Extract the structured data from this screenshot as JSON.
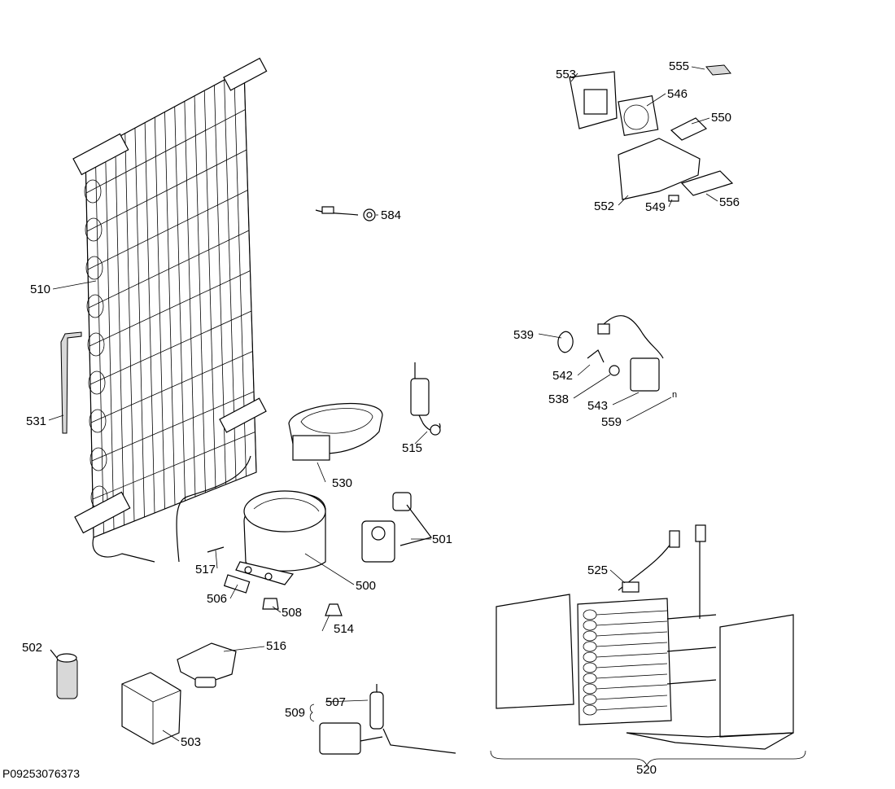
{
  "labels": {
    "p500": "500",
    "p501": "501",
    "p502": "502",
    "p503": "503",
    "p506": "506",
    "p507": "507",
    "p508": "508",
    "p509": "509",
    "p510": "510",
    "p514": "514",
    "p515": "515",
    "p516": "516",
    "p517": "517",
    "p520": "520",
    "p525": "525",
    "p530": "530",
    "p531": "531",
    "p538": "538",
    "p539": "539",
    "p542": "542",
    "p543": "543",
    "p546": "546",
    "p549": "549",
    "p550": "550",
    "p552": "552",
    "p553": "553",
    "p555": "555",
    "p556": "556",
    "p559": "559",
    "p584": "584"
  },
  "footer": {
    "doc_code": "P09253076373",
    "n_mark": "n"
  }
}
